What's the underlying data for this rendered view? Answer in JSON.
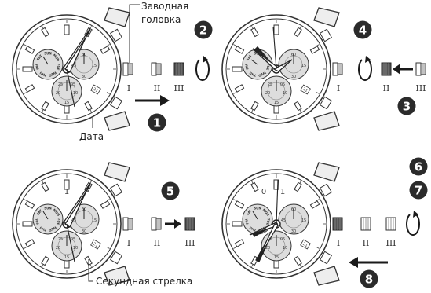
{
  "labels": {
    "crown": "Заводная головка",
    "date": "Дата",
    "second_hand": "Секундная стрелка"
  },
  "steps": [
    "1",
    "2",
    "3",
    "4",
    "5",
    "6",
    "7",
    "8"
  ],
  "positions": [
    "I",
    "II",
    "III"
  ],
  "digit_zero": "0",
  "digit_one": "1",
  "dial": {
    "days": [
      "SUN",
      "MON",
      "TUE",
      "WED",
      "THU",
      "FRI",
      "SAT"
    ],
    "upper_right_subdial": [
      "60",
      "15",
      "45",
      "30"
    ],
    "lower_subdial": [
      "25",
      "05",
      "20",
      "10",
      "15"
    ],
    "date_window": "21"
  },
  "colors": {
    "step_badge": "#2b2b2b",
    "arrow": "#1a1a1a",
    "crown_dark": "#555555"
  }
}
